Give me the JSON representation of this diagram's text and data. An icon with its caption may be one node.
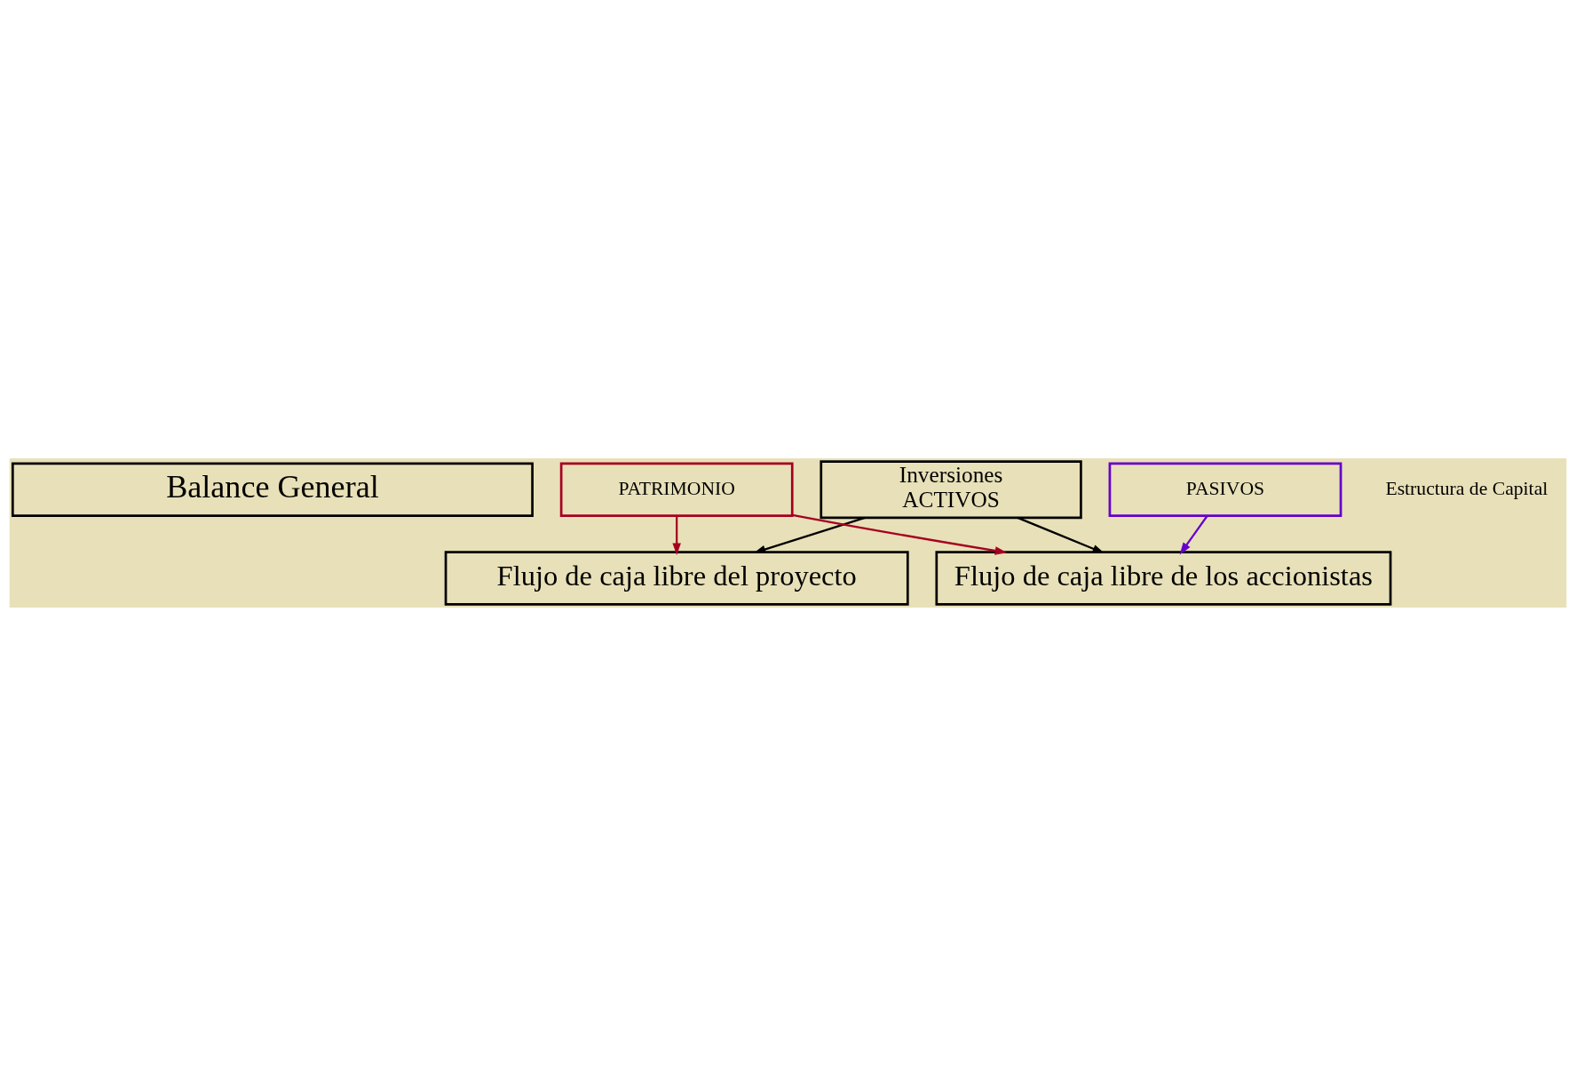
{
  "diagram": {
    "nodes": [
      {
        "text": [
          "Balance General"
        ]
      },
      {
        "text": [
          "Inversiones",
          "ACTIVOS"
        ]
      },
      {
        "text": [
          "PASIVOS"
        ]
      },
      {
        "text": [
          "PATRIMONIO"
        ]
      },
      {
        "text": [
          "Flujo de caja libre del proyecto"
        ]
      },
      {
        "text": [
          "Flujo de caja libre de los accionistas"
        ]
      }
    ],
    "edges": [
      {
        "from": 1,
        "to": 4,
        "arrow": "to",
        "color": "#000000"
      },
      {
        "from": 1,
        "to": 5,
        "arrow": "to",
        "color": "#000000"
      },
      {
        "from": 3,
        "to": 4,
        "arrow": "to",
        "color": "#a50021"
      },
      {
        "from": 3,
        "to": 5,
        "arrow": "to",
        "color": "#a50021"
      },
      {
        "from": 2,
        "to": 5,
        "arrow": "to",
        "color": "#6600cc"
      }
    ],
    "labels": [
      "Estructura de Capital"
    ]
  }
}
